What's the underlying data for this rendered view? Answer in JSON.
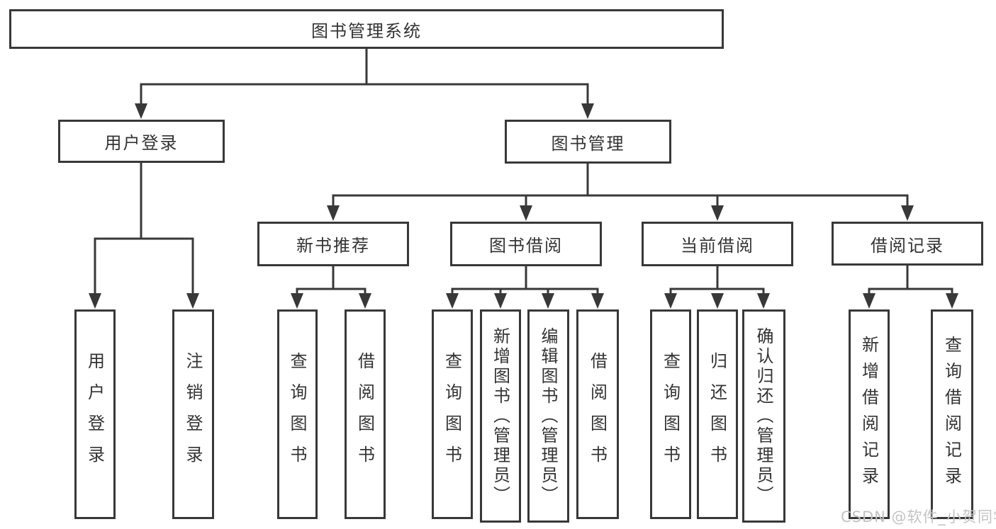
{
  "diagram": {
    "root": "图书管理系统",
    "level2": {
      "user_login": "用户登录",
      "book_mgmt": "图书管理"
    },
    "level3": {
      "new_books": "新书推荐",
      "borrowing": "图书借阅",
      "current": "当前借阅",
      "records": "借阅记录"
    },
    "leaves": {
      "user_login": "用户登录",
      "logout": "注销登录",
      "nb_query": "查询图书",
      "nb_borrow": "借阅图书",
      "bw_query": "查询图书",
      "bw_add": "新增图书（管理员）",
      "bw_edit": "编辑图书（管理员）",
      "bw_borrow": "借阅图书",
      "cur_query": "查询图书",
      "cur_return": "归还图书",
      "cur_confirm": "确认归还（管理员）",
      "rec_add": "新增借阅记录",
      "rec_query": "查询借阅记录"
    }
  },
  "watermark": {
    "text": "CSDN @软件_小贺同学"
  },
  "colors": {
    "line": "#383838",
    "text": "#333333",
    "watermark": "#c3c3c3",
    "background": "#ffffff"
  }
}
